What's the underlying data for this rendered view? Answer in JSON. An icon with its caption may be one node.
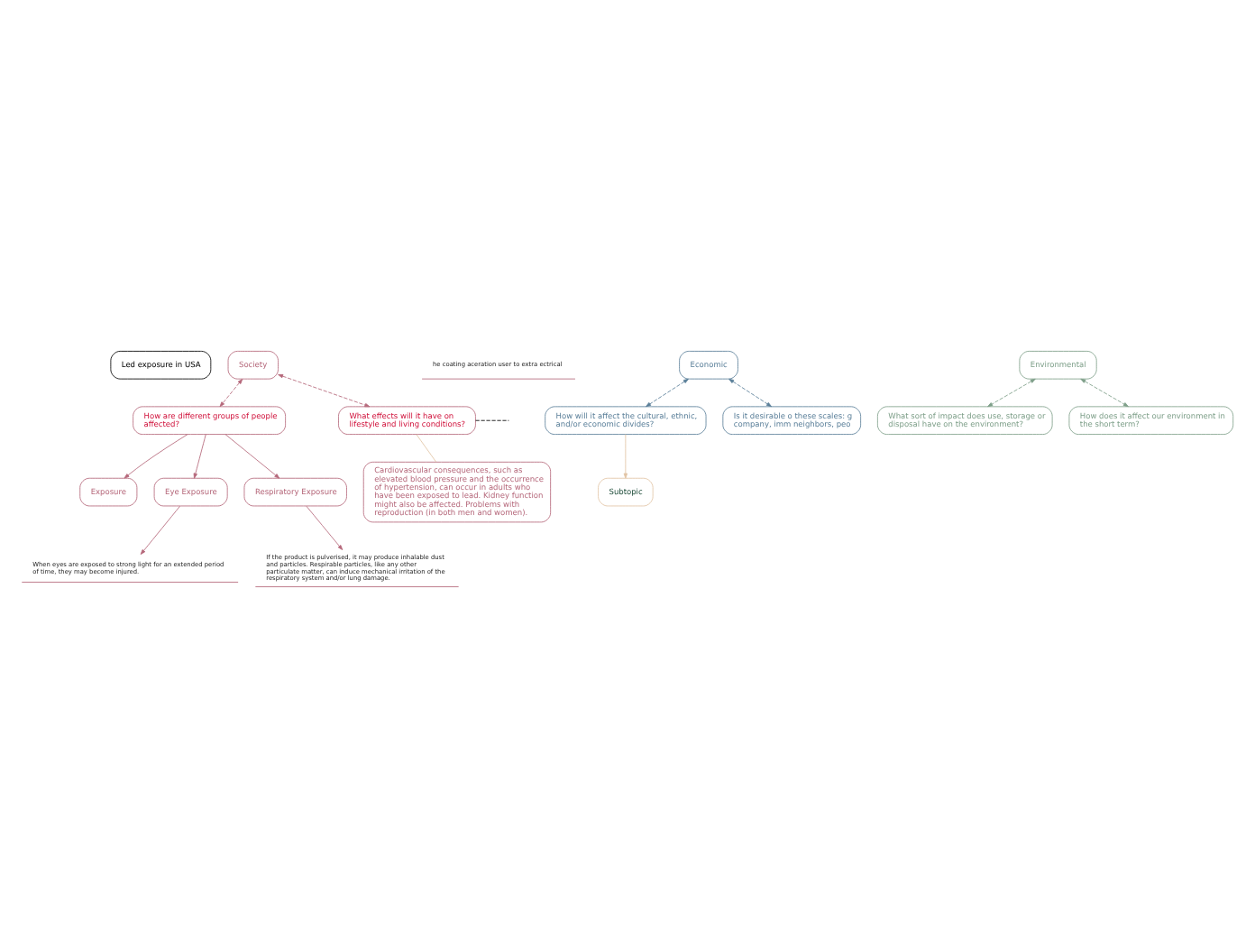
{
  "diagram": {
    "nodes": [
      {
        "text": [
          "Led exposure in USA"
        ]
      },
      {
        "text": [
          "Society"
        ]
      },
      {
        "text": [
          "How are different groups of people affected?"
        ]
      },
      {
        "text": [
          "Exposure"
        ]
      },
      {
        "text": [
          "Eye Exposure"
        ]
      },
      {
        "text": [
          "Respiratory Exposure"
        ]
      },
      {
        "text": [
          "When eyes are exposed to strong light for an extended period of time, they may become injured."
        ]
      },
      {
        "text": [
          "If the product is pulverised, it may produce inhalable dust and particles. Respirable particles, like any other particulate matter, can induce mechanical irritation of the respiratory system and/or lung damage."
        ]
      },
      {
        "text": [
          "he coating aceration user to extra ectrical"
        ]
      },
      {
        "text": [
          "What effects will it have on lifestyle and living conditions?"
        ]
      },
      {
        "text": [
          "Cardiovascular consequences, such as elevated blood pressure and the occurrence of hypertension, can occur in adults who have been exposed to lead. Kidney function might also be affected. Problems with reproduction (in both men and women)."
        ]
      },
      {
        "text": [
          "How will it affect the cultural, ethnic, and/or economic divides?"
        ]
      },
      {
        "text": [
          "Subtopic"
        ]
      },
      {
        "text": [
          "Economic"
        ]
      },
      {
        "text": [
          "Is it desirable o these scales: g company, imm neighbors, peo"
        ]
      },
      {
        "text": [
          "Environmental"
        ]
      },
      {
        "text": [
          "What sort of impact does use, storage or disposal have on the environment?"
        ]
      },
      {
        "text": [
          "How does it affect our environment in the short term?"
        ]
      }
    ],
    "edges": [
      {
        "from": 9,
        "to": null,
        "arrow": "none",
        "style": "dashed",
        "color": "#000000"
      },
      {
        "from": 9,
        "to": 10,
        "arrow": "none",
        "color": "#e2c4a4"
      },
      {
        "from": 2,
        "to": 3,
        "arrow": "to",
        "color": "#b5677a"
      },
      {
        "from": 2,
        "to": 4,
        "arrow": "to",
        "color": "#b5677a"
      },
      {
        "from": 2,
        "to": 5,
        "arrow": "to",
        "color": "#b5677a"
      },
      {
        "from": 4,
        "to": 6,
        "arrow": "to",
        "color": "#b5677a"
      },
      {
        "from": 5,
        "to": 7,
        "arrow": "to",
        "color": "#b5677a"
      },
      {
        "from": 1,
        "to": 2,
        "arrow": "both",
        "style": "dashed",
        "color": "#b5677a"
      },
      {
        "from": 1,
        "to": 9,
        "arrow": "both",
        "style": "dashed",
        "color": "#b5677a"
      },
      {
        "from": 13,
        "to": 11,
        "arrow": "both",
        "style": "dashed",
        "color": "#5a7f99"
      },
      {
        "from": 11,
        "to": 12,
        "arrow": "to",
        "color": "#e2c4a4"
      },
      {
        "from": 13,
        "to": 14,
        "arrow": "both",
        "style": "dashed",
        "color": "#5a7f99"
      },
      {
        "from": 15,
        "to": 16,
        "arrow": "both",
        "style": "dashed",
        "color": "#7fa08a"
      },
      {
        "from": 15,
        "to": 17,
        "arrow": "both",
        "style": "dashed",
        "color": "#7fa08a"
      }
    ]
  }
}
